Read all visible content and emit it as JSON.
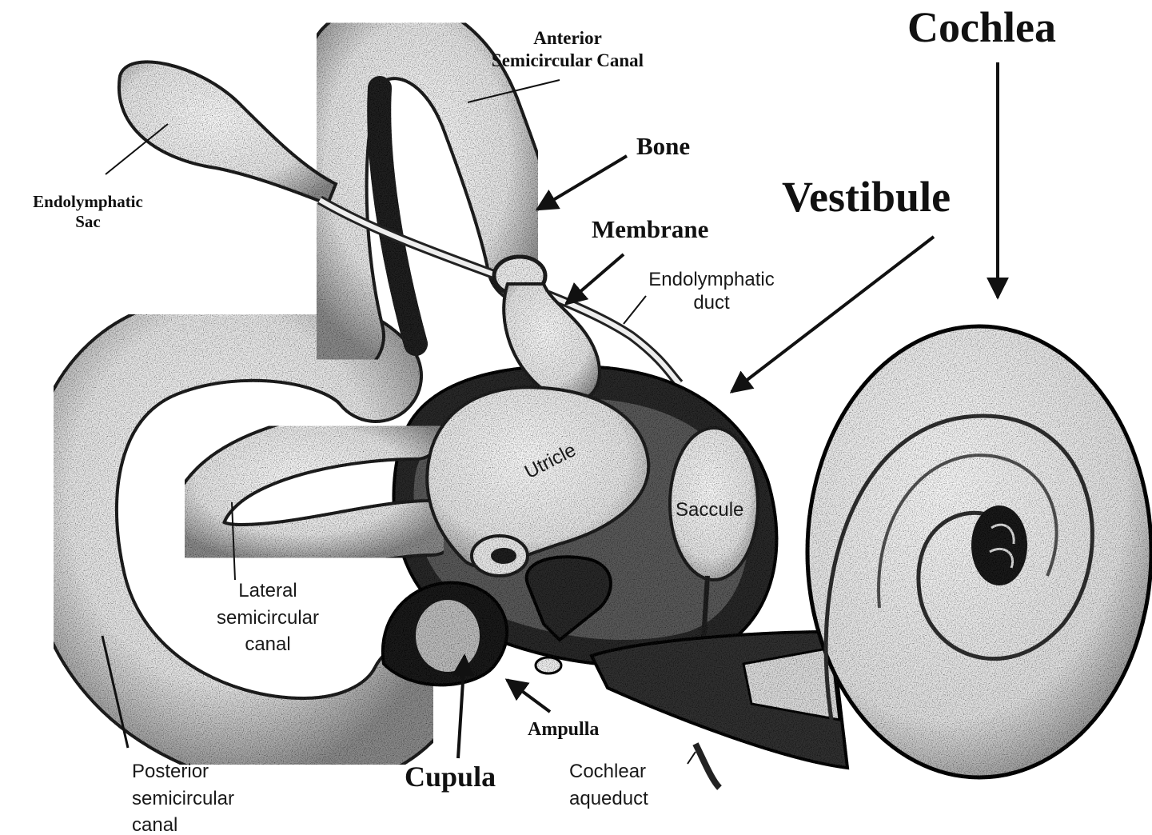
{
  "labels": {
    "cochlea": "Cochlea",
    "vestibule": "Vestibule",
    "bone": "Bone",
    "membrane": "Membrane",
    "anterior_canal": [
      "Anterior",
      "Semicircular Canal"
    ],
    "endolymphatic_sac": [
      "Endolymphatic",
      "Sac"
    ],
    "endolymphatic_duct": [
      "Endolymphatic",
      "duct"
    ],
    "utricle": "Utricle",
    "saccule": "Saccule",
    "lateral_canal": [
      "Lateral",
      "semicircular",
      "canal"
    ],
    "posterior_canal": [
      "Posterior",
      "semicircular",
      "canal"
    ],
    "ampulla": "Ampulla",
    "cupula": "Cupula",
    "cochlear_aqueduct": [
      "Cochlear",
      "aqueduct"
    ]
  },
  "colors": {
    "ink": "#111111",
    "tissue": "#f4f4f4",
    "shade": "#9a9a9a",
    "cavity": "#1c1c1c"
  }
}
